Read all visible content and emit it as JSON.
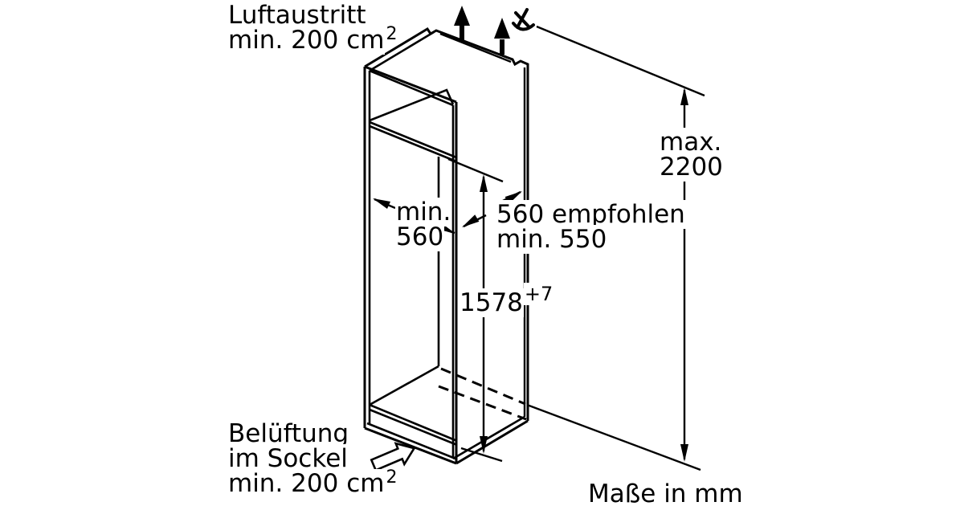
{
  "diagram": {
    "air_outlet": {
      "line1": "Luftaustritt",
      "line2": "min. 200 cm",
      "sup": "2"
    },
    "niche_width": {
      "line1": "min.",
      "line2": "560"
    },
    "niche_depth": {
      "line1": "560 empfohlen",
      "line2": "min. 550"
    },
    "niche_height": {
      "value": "1578",
      "tolerance": "+7"
    },
    "max_height": {
      "line1": "max.",
      "line2": "2200"
    },
    "base_vent": {
      "line1": "Belüftung",
      "line2": "im Sockel",
      "line3": "min. 200 cm",
      "sup": "2"
    },
    "units_note": "Maße in mm",
    "colors": {
      "line": "#000000",
      "background": "#ffffff"
    }
  }
}
